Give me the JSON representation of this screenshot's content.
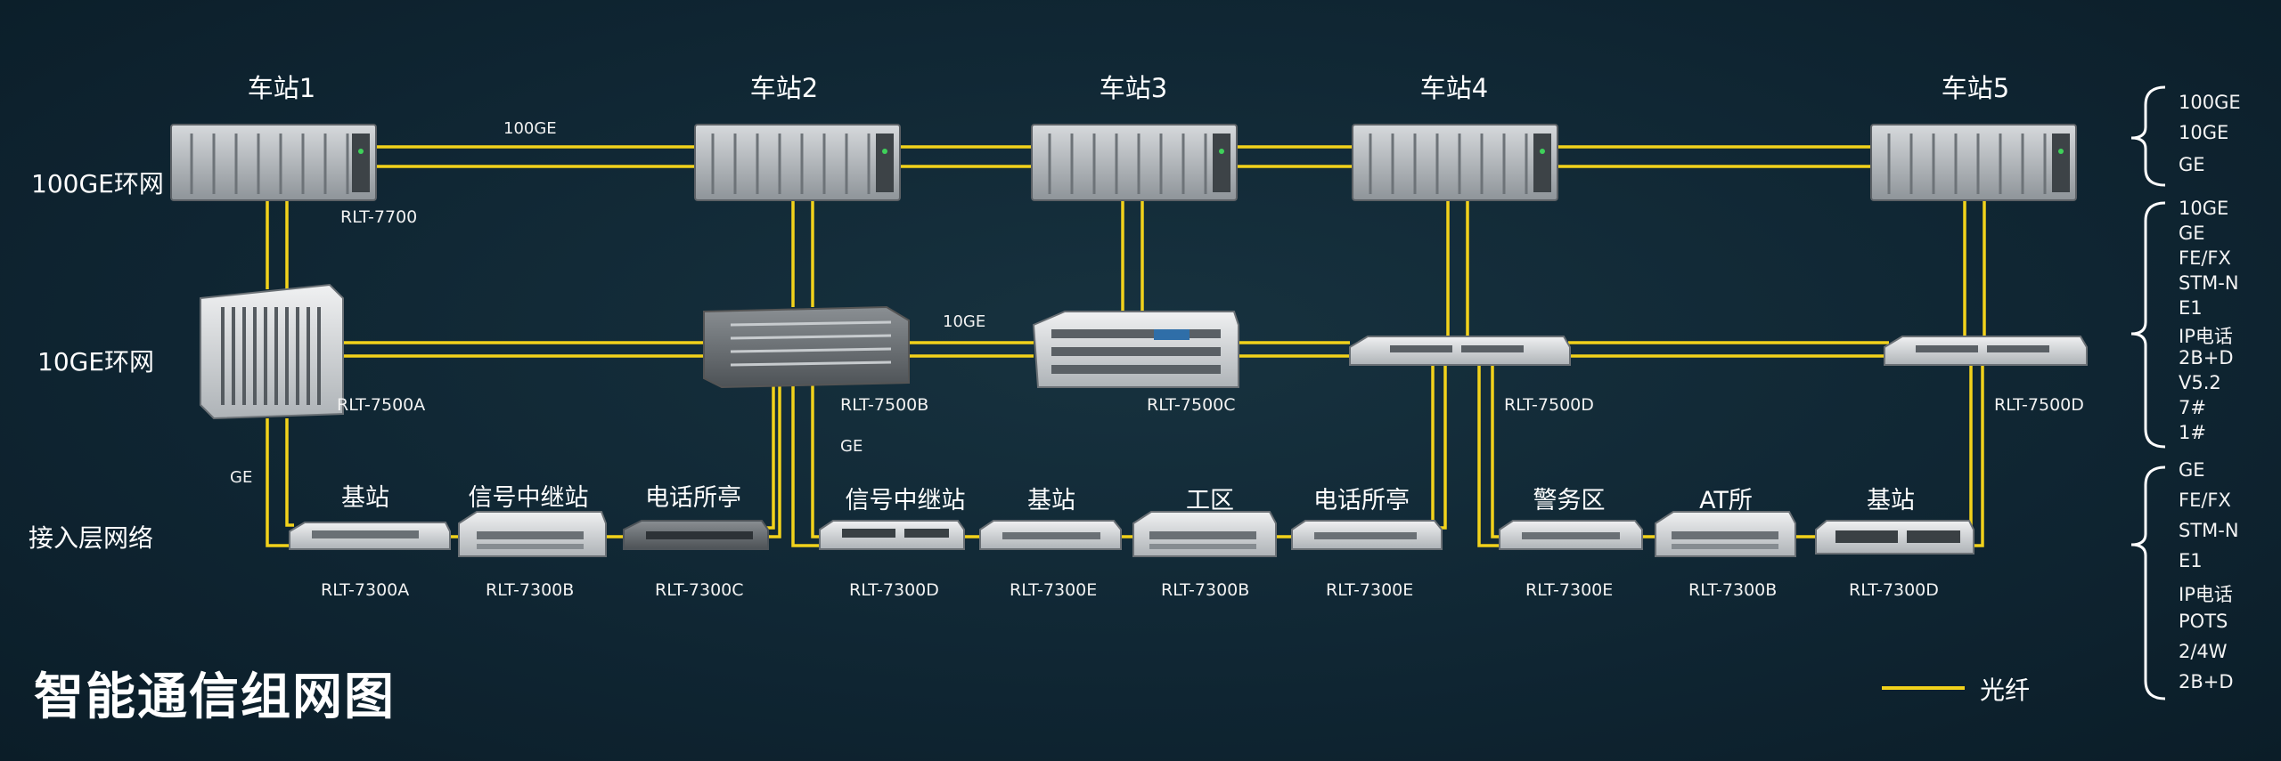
{
  "title": "智能通信组网图",
  "layers": {
    "core": "100GE环网",
    "aggregation": "10GE环网",
    "access": "接入层网络"
  },
  "stations": [
    "车站1",
    "车站2",
    "车站3",
    "车站4",
    "车站5"
  ],
  "link_speeds": {
    "core": "100GE",
    "aggregation": "10GE",
    "access_left": "GE",
    "access_mid": "GE"
  },
  "core_devices": [
    {
      "model": "RLT-7700"
    }
  ],
  "aggregation_devices": [
    {
      "model": "RLT-7500A"
    },
    {
      "model": "RLT-7500B"
    },
    {
      "model": "RLT-7500C"
    },
    {
      "model": "RLT-7500D"
    },
    {
      "model": "RLT-7500D"
    }
  ],
  "access_devices": [
    {
      "site": "基站",
      "model": "RLT-7300A"
    },
    {
      "site": "信号中继站",
      "model": "RLT-7300B"
    },
    {
      "site": "电话所亭",
      "model": "RLT-7300C"
    },
    {
      "site": "信号中继站",
      "model": "RLT-7300D"
    },
    {
      "site": "基站",
      "model": "RLT-7300E"
    },
    {
      "site": "工区",
      "model": "RLT-7300B"
    },
    {
      "site": "电话所亭",
      "model": "RLT-7300E"
    },
    {
      "site": "警务区",
      "model": "RLT-7300E"
    },
    {
      "site": "AT所",
      "model": "RLT-7300B"
    },
    {
      "site": "基站",
      "model": "RLT-7300D"
    }
  ],
  "interfaces": {
    "core": [
      "100GE",
      "10GE",
      "GE"
    ],
    "aggregation": [
      "10GE",
      "GE",
      "FE/FX",
      "STM-N",
      "E1",
      "IP电话",
      "2B+D",
      "V5.2",
      "7#",
      "1#"
    ],
    "access": [
      "GE",
      "FE/FX",
      "STM-N",
      "E1",
      "IP电话",
      "POTS",
      "2/4W",
      "2B+D"
    ]
  },
  "legend": {
    "label": "光纤"
  },
  "colors": {
    "fiber": "#f2d21b",
    "background": "#0f2532",
    "device": "#b9bec2"
  }
}
